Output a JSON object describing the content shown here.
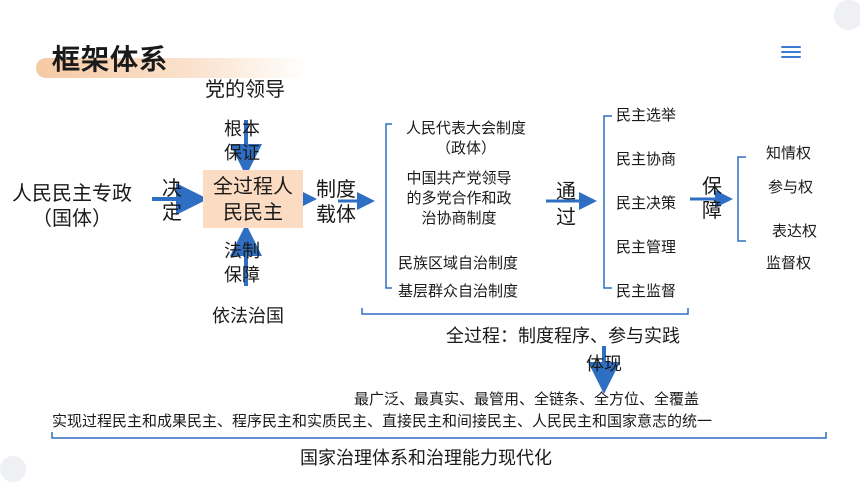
{
  "title": "框架体系",
  "top_label": "党的领导",
  "root_guarantee": [
    "根本",
    "保证"
  ],
  "state_system": [
    "人民民主专政",
    "（国体）"
  ],
  "decide": [
    "决",
    "定"
  ],
  "core": [
    "全过程人",
    "民民主"
  ],
  "legal_guarantee": [
    "法制",
    "保障"
  ],
  "bottom_label": "依法治国",
  "carrier": [
    "制度",
    "载体"
  ],
  "systems": [
    [
      "人民代表大会制度",
      "（政体）"
    ],
    [
      "中国共产党领导",
      "的多党合作和政",
      "治协商制度"
    ],
    [
      "民族区域自治制度"
    ],
    [
      "基层群众自治制度"
    ]
  ],
  "through": [
    "通",
    "过"
  ],
  "democracy_forms": [
    "民主选举",
    "民主协商",
    "民主决策",
    "民主管理",
    "民主监督"
  ],
  "guarantee": [
    "保",
    "障"
  ],
  "rights": [
    "知情权",
    "参与权",
    "表达权",
    "监督权"
  ],
  "whole_process": "全过程：制度程序、参与实践",
  "embody": "体现",
  "features": "最广泛、最真实、最管用、全链条、全方位、全覆盖",
  "unity": "实现过程民主和成果民主、程序民主和实质民主、直接民主和间接民主、人民民主和国家意志的统一",
  "goal": "国家治理体系和治理能力现代化",
  "colors": {
    "accent": "#2e6fc4",
    "highlight": "#fbdcc3",
    "title_bar": "#f6c9a4"
  },
  "icons": {
    "menu": "menu-icon"
  }
}
